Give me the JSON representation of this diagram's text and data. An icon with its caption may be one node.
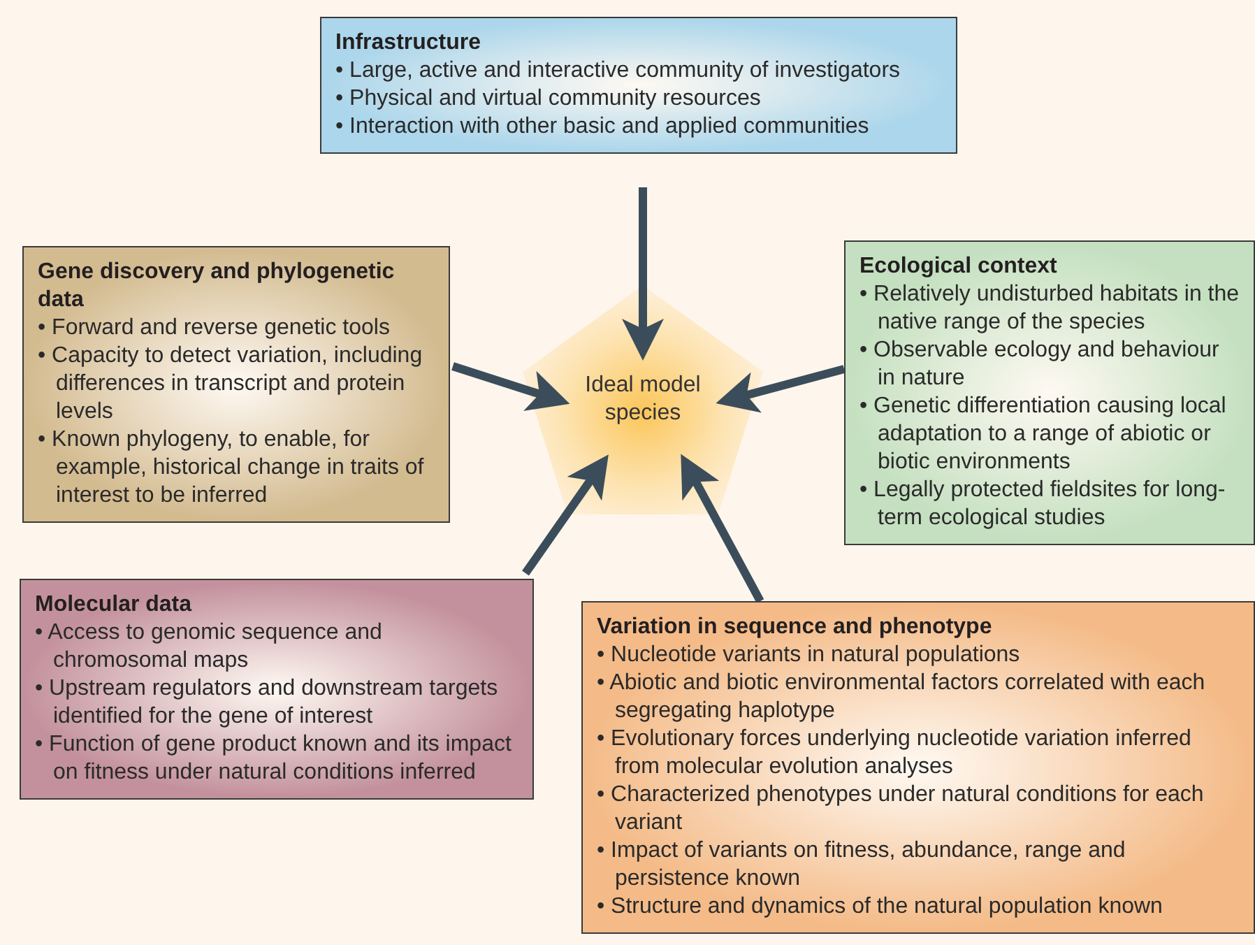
{
  "diagram": {
    "nodes": [
      {
        "text": [
          "Ideal model species"
        ]
      },
      {
        "text": [
          "Infrastructure",
          "• Large, active and interactive community of investigators",
          "• Physical and virtual community resources",
          "• Interaction with other basic and applied communities"
        ]
      },
      {
        "text": [
          "Gene discovery and phylogenetic data",
          "• Forward and reverse genetic tools",
          "• Capacity to detect variation, including differences in transcript and protein levels",
          "• Known phylogeny, to enable, for example, historical change in traits of interest to be inferred"
        ]
      },
      {
        "text": [
          "Ecological context",
          "• Relatively undisturbed habitats in the native range of the species",
          "• Observable ecology and behaviour in nature",
          "• Genetic differentiation causing local adaptation to a range of abiotic or biotic environments",
          "• Legally protected fieldsites for long-term ecological studies"
        ]
      },
      {
        "text": [
          "Molecular data",
          "• Access to genomic sequence and chromosomal maps",
          "• Upstream regulators and downstream targets identified for the gene of interest",
          "• Function of gene product known and its impact on fitness under natural conditions inferred"
        ]
      },
      {
        "text": [
          "Variation in sequence and phenotype",
          "• Nucleotide variants in natural populations",
          "• Abiotic and biotic environmental factors correlated with each segregating haplotype",
          "• Evolutionary forces underlying nucleotide variation inferred from molecular evolution analyses",
          "• Characterized phenotypes under natural conditions for each variant",
          "• Impact of variants on fitness, abundance, range and persistence known",
          "• Structure and dynamics of the natural population known"
        ]
      }
    ],
    "edges": [
      {
        "from": 1,
        "to": 0,
        "arrow": "to"
      },
      {
        "from": 2,
        "to": 0,
        "arrow": "to"
      },
      {
        "from": 3,
        "to": 0,
        "arrow": "to"
      },
      {
        "from": 4,
        "to": 0,
        "arrow": "to"
      },
      {
        "from": 5,
        "to": 0,
        "arrow": "to"
      }
    ]
  }
}
